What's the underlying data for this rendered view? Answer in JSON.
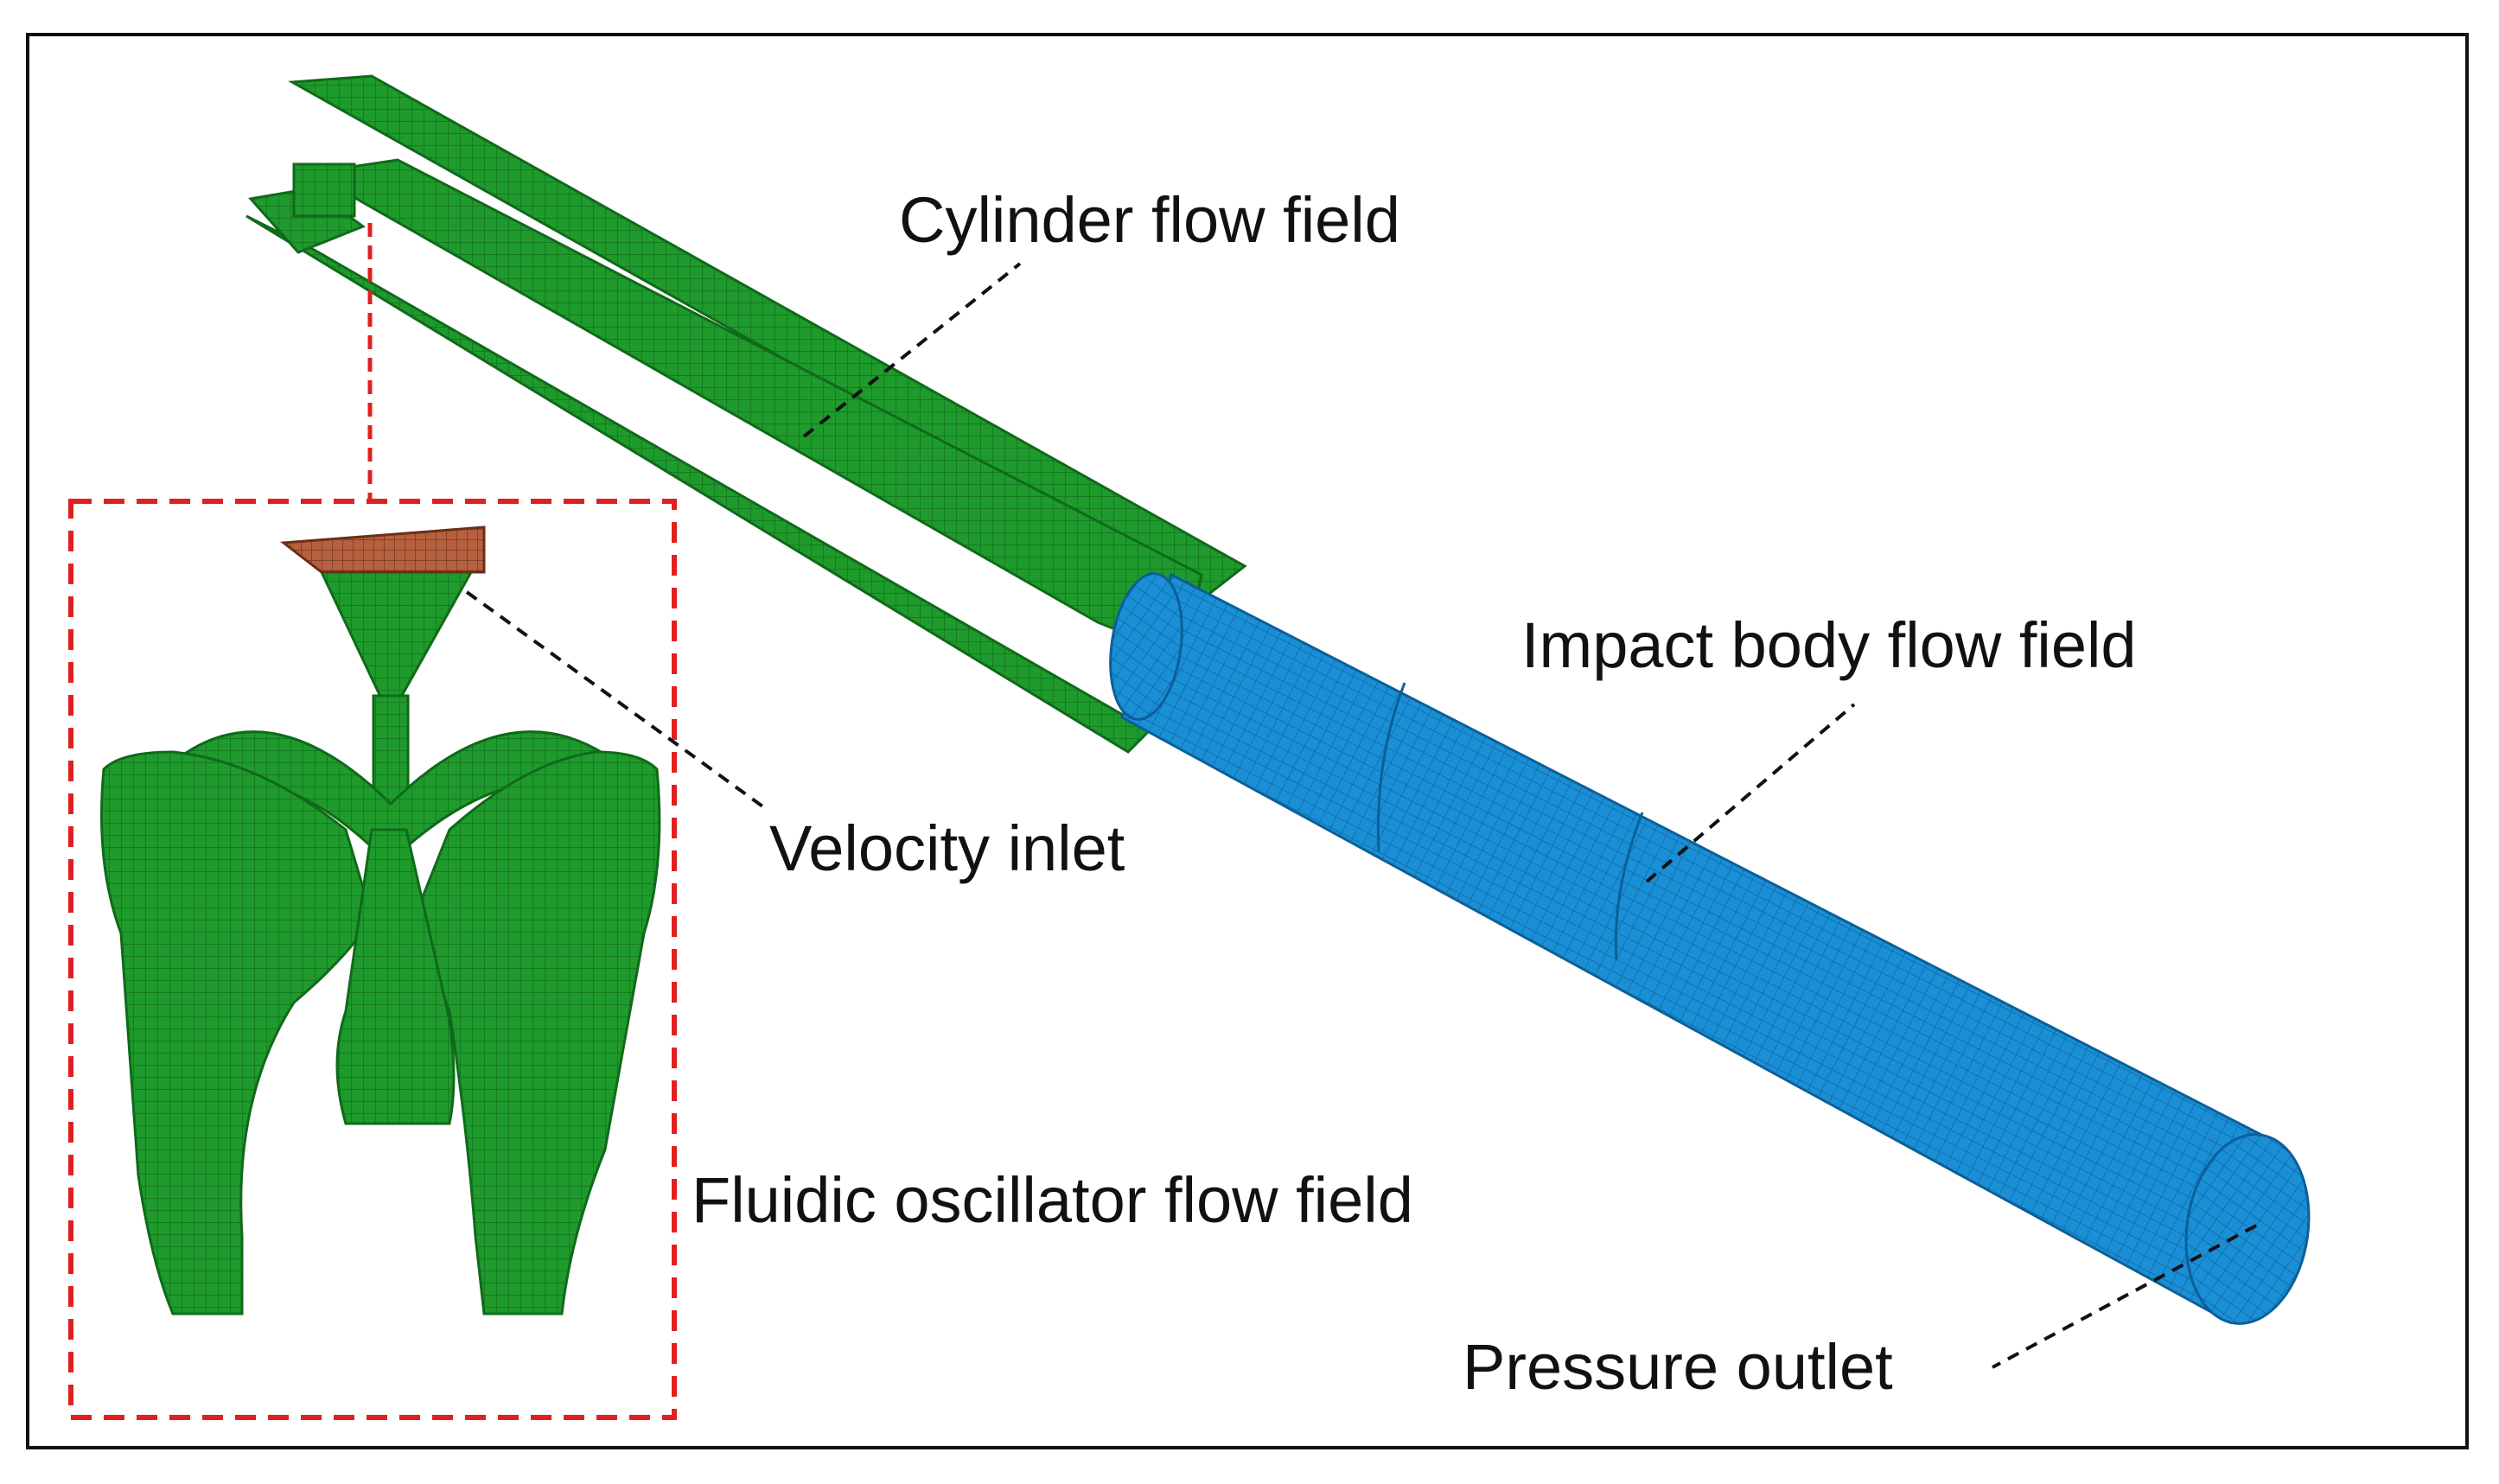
{
  "labels": {
    "cylinder": "Cylinder flow field",
    "impact": "Impact body flow field",
    "velocity": "Velocity inlet",
    "fluidic": "Fluidic oscillator flow field",
    "pressure": "Pressure outlet"
  },
  "colors": {
    "cylinder_mesh": "#1f9a2c",
    "impact_mesh": "#1a8fd6",
    "inlet_face": "#b5603e",
    "zoom_box": "#e02020",
    "leader": "#111111",
    "frame": "#111111"
  }
}
